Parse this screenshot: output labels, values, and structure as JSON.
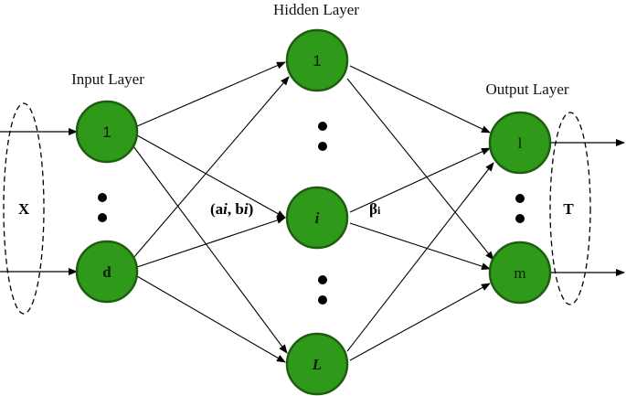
{
  "layers": {
    "input_title": "Input Layer",
    "hidden_title": "Hidden Layer",
    "output_title": "Output Layer"
  },
  "nodes": {
    "input_1": "1",
    "input_d": "d",
    "hidden_1": "1",
    "hidden_i": "i",
    "hidden_L": "L",
    "output_1": "l",
    "output_m": "m"
  },
  "labels": {
    "input_vector": "X",
    "output_vector": "T",
    "input_weights_open": "(a",
    "input_weights_i1": "i",
    "input_weights_mid": ", b",
    "input_weights_i2": "i",
    "input_weights_close": ")",
    "output_weight": "β",
    "output_weight_sub": "i"
  },
  "colors": {
    "node_fill": "#2f9a1a",
    "node_stroke": "#1f5e12"
  }
}
